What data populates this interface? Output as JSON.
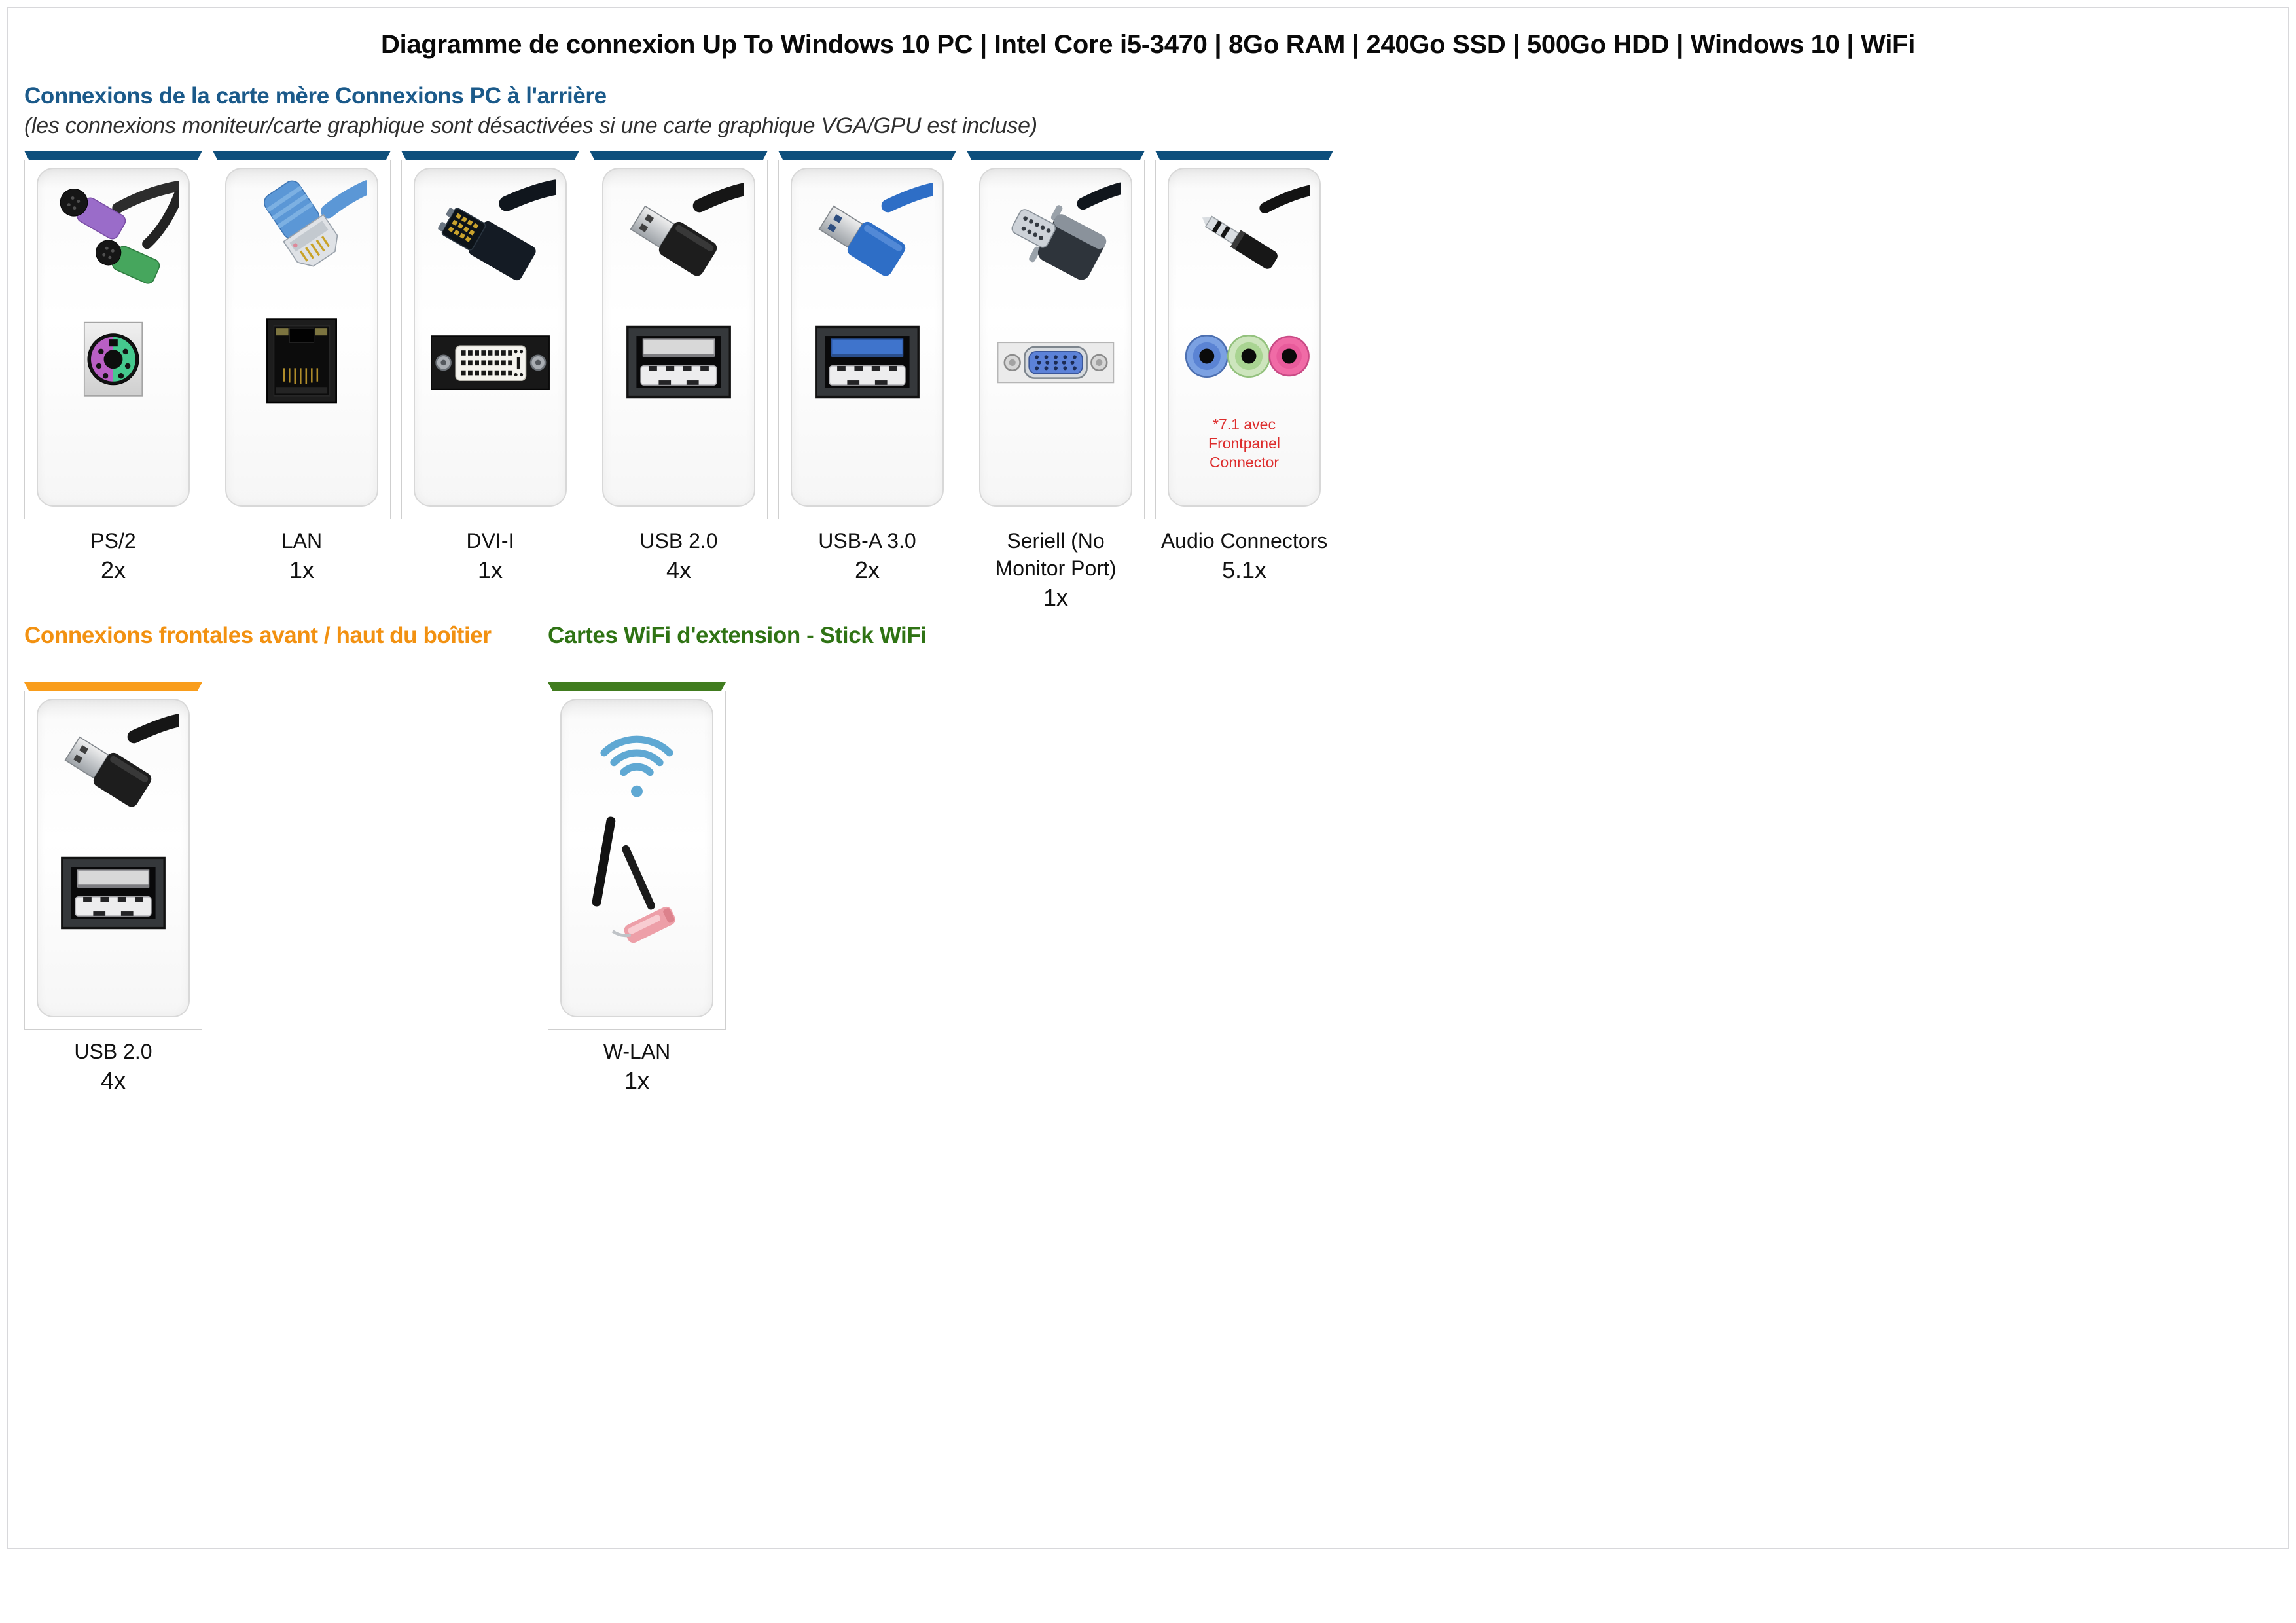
{
  "page": {
    "title": "Diagramme de connexion Up To Windows 10 PC | Intel Core i5-3470 | 8Go RAM | 240Go SSD | 500Go HDD | Windows 10 | WiFi"
  },
  "sections": [
    {
      "id": "rear",
      "heading": "Connexions de la carte mère Connexions PC à l'arrière",
      "subheading": "(les connexions moniteur/carte graphique sont désactivées si une carte graphique VGA/GPU est incluse)",
      "heading_color": "#1b5a8a",
      "accent_color": "#0e4f7c",
      "cards": [
        {
          "label": "PS/2",
          "count": "2x",
          "plug_icon": "ps2-plug-icon",
          "port_icon": "ps2-port-icon"
        },
        {
          "label": "LAN",
          "count": "1x",
          "plug_icon": "rj45-plug-icon",
          "port_icon": "rj45-port-icon"
        },
        {
          "label": "DVI-I",
          "count": "1x",
          "plug_icon": "dvi-plug-icon",
          "port_icon": "dvi-port-icon"
        },
        {
          "label": "USB 2.0",
          "count": "4x",
          "plug_icon": "usb2-plug-icon",
          "port_icon": "usb2-port-icon"
        },
        {
          "label": "USB-A 3.0",
          "count": "2x",
          "plug_icon": "usb3-plug-icon",
          "port_icon": "usb3-port-icon"
        },
        {
          "label": "Seriell (No Monitor Port)",
          "count": "1x",
          "plug_icon": "serial-plug-icon",
          "port_icon": "dsub-port-icon"
        },
        {
          "label": "Audio Connectors",
          "count": "5.1x",
          "plug_icon": "audio-jack-plug-icon",
          "port_icon": "audio-ports-icon",
          "note": "*7.1 avec Frontpanel Connector",
          "note_color": "#dd2c2c"
        }
      ]
    },
    {
      "id": "front",
      "heading": "Connexions frontales avant / haut du boîtier",
      "heading_color": "#f29111",
      "accent_color": "#f99d1c",
      "cards": [
        {
          "label": "USB 2.0",
          "count": "4x",
          "plug_icon": "usb2-plug-icon",
          "port_icon": "usb2-port-icon"
        }
      ]
    },
    {
      "id": "wifi",
      "heading": "Cartes WiFi d'extension - Stick WiFi",
      "heading_color": "#2f7314",
      "accent_color": "#417c1f",
      "cards": [
        {
          "label": "W-LAN",
          "count": "1x",
          "plug_icon": "wifi-signal-icon",
          "port_icon": "wifi-stick-icon",
          "wifi_color": "#5fa8d3"
        }
      ]
    }
  ]
}
